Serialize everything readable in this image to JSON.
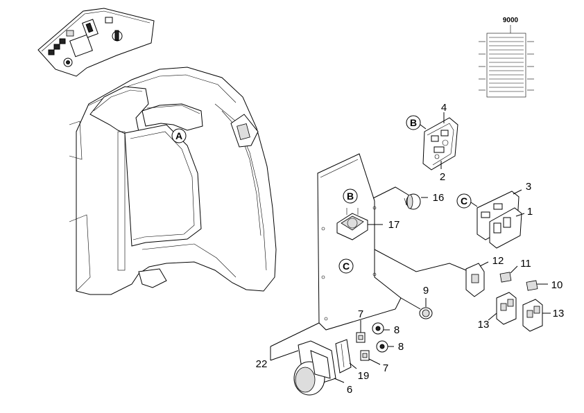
{
  "part_number_label": "9000",
  "section_letters": [
    "A",
    "B",
    "B",
    "C",
    "C"
  ],
  "callouts": [
    "4",
    "2",
    "3",
    "1",
    "16",
    "17",
    "12",
    "11",
    "10",
    "9",
    "13",
    "13",
    "7",
    "8",
    "8",
    "7",
    "22",
    "19",
    "6"
  ]
}
